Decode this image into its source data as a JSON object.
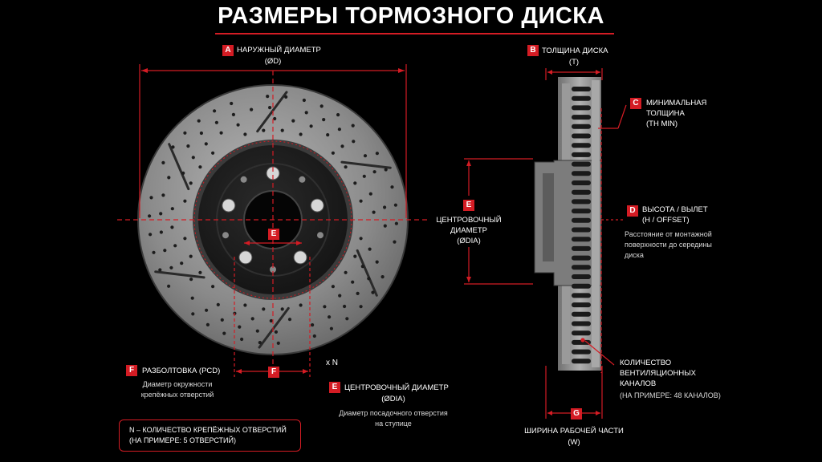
{
  "title": "РАЗМЕРЫ ТОРМОЗНОГО ДИСКА",
  "colors": {
    "accent": "#d41c24",
    "background": "#000000",
    "disc_metal": "#8e8e8e",
    "disc_hub": "#1b1b1b"
  },
  "callouts": {
    "a": {
      "badge": "A",
      "line1": "НАРУЖНЫЙ ДИАМЕТР",
      "line2": "(ØD)"
    },
    "b": {
      "badge": "B",
      "line1": "ТОЛЩИНА ДИСКА",
      "line2": "(T)"
    },
    "c": {
      "badge": "C",
      "line1": "МИНИМАЛЬНАЯ",
      "line2": "ТОЛЩИНА",
      "line3": "(TH MIN)"
    },
    "d": {
      "badge": "D",
      "line1": "ВЫСОТА / ВЫЛЕТ",
      "line2": "(H / OFFSET)",
      "desc1": "Расстояние от монтажной",
      "desc2": "поверхности до середины",
      "desc3": "диска"
    },
    "e_side": {
      "badge": "E",
      "line1": "ЦЕНТРОВОЧНЫЙ",
      "line2": "ДИАМЕТР",
      "line3": "(ØDIA)"
    },
    "e_front": {
      "badge": "E"
    },
    "e_bottom": {
      "badge": "E",
      "line1": "ЦЕНТРОВОЧНЫЙ ДИАМЕТР",
      "line2": "(ØDIA)",
      "desc1": "Диаметр посадочного отверстия",
      "desc2": "на ступице"
    },
    "f": {
      "badge": "F",
      "line1": "РАЗБОЛТОВКА (PCD)",
      "desc1": "Диаметр окружности",
      "desc2": "крепёжных отверстий"
    },
    "f_front": {
      "badge": "F"
    },
    "g": {
      "badge": "G",
      "line1": "ШИРИНА РАБОЧЕЙ ЧАСТИ",
      "line2": "(W)"
    },
    "vent": {
      "line1": "КОЛИЧЕСТВО",
      "line2": "ВЕНТИЛЯЦИОННЫХ",
      "line3": "КАНАЛОВ",
      "desc1": "(НА ПРИМЕРЕ: 48 КАНАЛОВ)"
    }
  },
  "xn_label": "x N",
  "note": {
    "line1": "N – КОЛИЧЕСТВО КРЕПЁЖНЫХ ОТВЕРСТИЙ",
    "line2": "(НА ПРИМЕРЕ: 5 ОТВЕРСТИЙ)"
  }
}
